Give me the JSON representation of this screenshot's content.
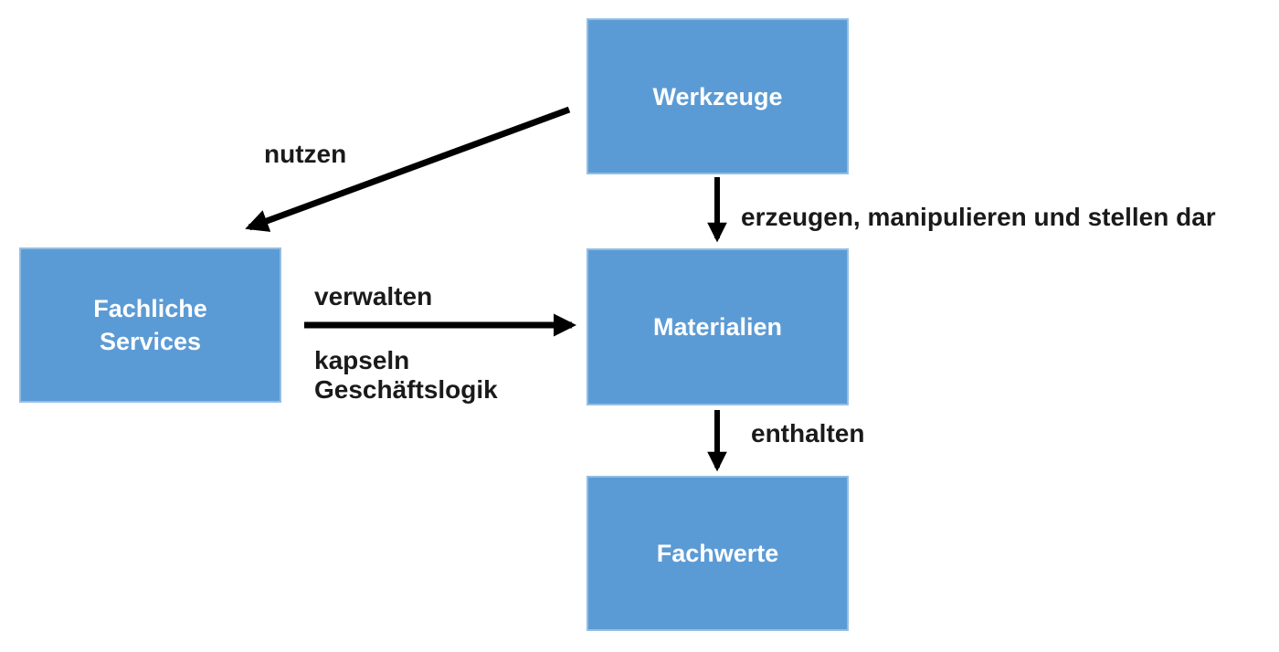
{
  "diagram": {
    "colors": {
      "node_fill": "#5B9BD5",
      "node_text": "#FFFFFF",
      "arrow": "#000000",
      "label_text": "#1A1A1A",
      "background": "#FFFFFF"
    },
    "nodes": [
      {
        "id": "werkzeuge",
        "label": "Werkzeuge"
      },
      {
        "id": "fachliche-services",
        "label": "Fachliche\nServices"
      },
      {
        "id": "materialien",
        "label": "Materialien"
      },
      {
        "id": "fachwerte",
        "label": "Fachwerte"
      }
    ],
    "edges": [
      {
        "from": "Werkzeuge",
        "to": "Fachliche Services",
        "label": "nutzen"
      },
      {
        "from": "Werkzeuge",
        "to": "Materialien",
        "label": "erzeugen, manipulieren und stellen dar"
      },
      {
        "from": "Fachliche Services",
        "to": "Materialien",
        "label_above": "verwalten",
        "label_below": "kapseln\nGeschäftslogik"
      },
      {
        "from": "Materialien",
        "to": "Fachwerte",
        "label": "enthalten"
      }
    ]
  }
}
